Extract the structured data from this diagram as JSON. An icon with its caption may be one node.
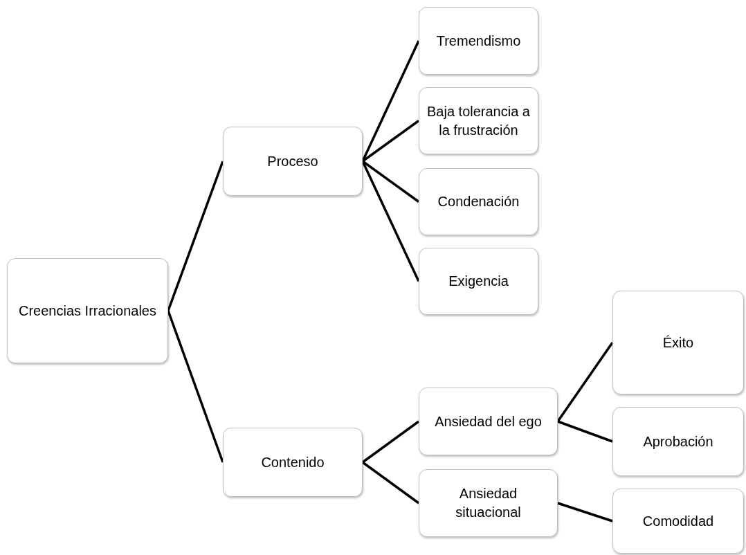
{
  "diagram": {
    "nodes": [
      {
        "text": [
          "Creencias Irracionales"
        ]
      },
      {
        "text": [
          "Proceso"
        ]
      },
      {
        "text": [
          "Tremendismo"
        ]
      },
      {
        "text": [
          "Baja tolerancia a la frustración"
        ]
      },
      {
        "text": [
          "Condenación"
        ]
      },
      {
        "text": [
          "Exigencia"
        ]
      },
      {
        "text": [
          "Contenido"
        ]
      },
      {
        "text": [
          "Ansiedad del ego"
        ]
      },
      {
        "text": [
          "Éxito"
        ]
      },
      {
        "text": [
          "Aprobación"
        ]
      },
      {
        "text": [
          "Ansiedad situacional"
        ]
      },
      {
        "text": [
          "Comodidad"
        ]
      }
    ],
    "edges": [
      {
        "from": 0,
        "to": 1,
        "arrow": "none"
      },
      {
        "from": 0,
        "to": 6,
        "arrow": "none"
      },
      {
        "from": 1,
        "to": 2,
        "arrow": "none"
      },
      {
        "from": 1,
        "to": 3,
        "arrow": "none"
      },
      {
        "from": 1,
        "to": 4,
        "arrow": "none"
      },
      {
        "from": 1,
        "to": 5,
        "arrow": "none"
      },
      {
        "from": 6,
        "to": 7,
        "arrow": "none"
      },
      {
        "from": 6,
        "to": 10,
        "arrow": "none"
      },
      {
        "from": 7,
        "to": 8,
        "arrow": "none"
      },
      {
        "from": 7,
        "to": 9,
        "arrow": "none"
      },
      {
        "from": 10,
        "to": 11,
        "arrow": "none"
      }
    ]
  }
}
